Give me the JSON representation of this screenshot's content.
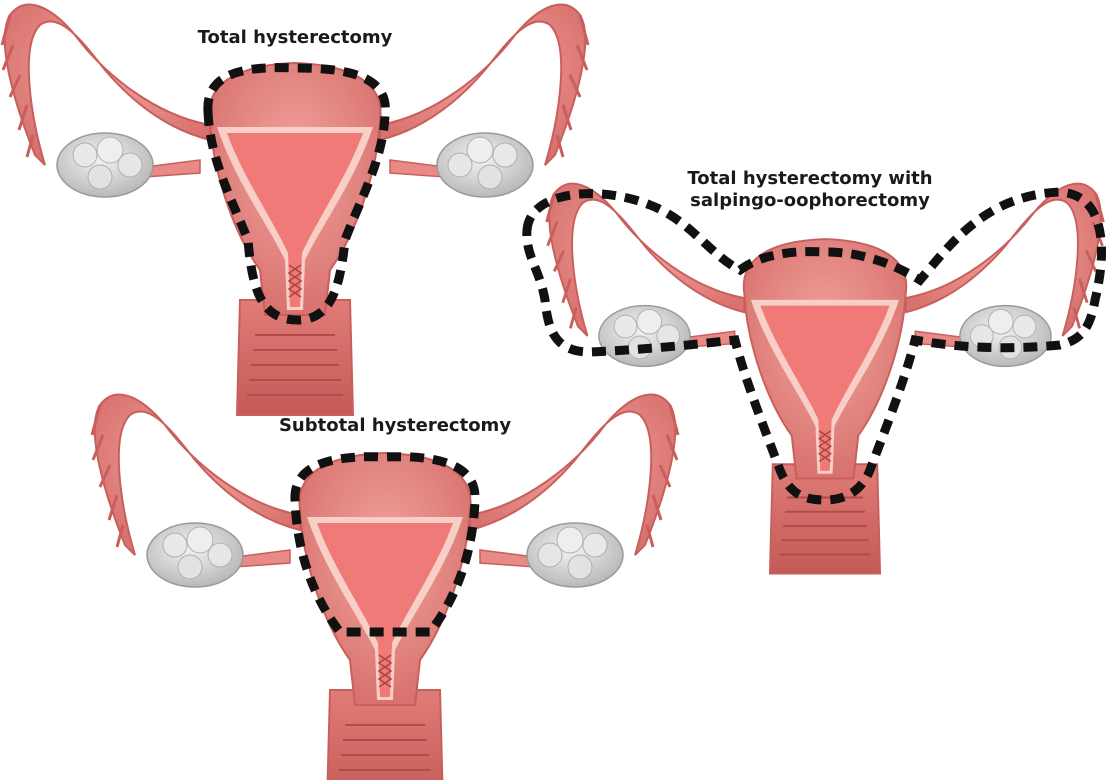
{
  "diagrams": [
    {
      "id": "total",
      "label": "Total hysterectomy"
    },
    {
      "id": "subtotal",
      "label": "Subtotal hysterectomy"
    },
    {
      "id": "salpingo",
      "label_line1": "Total hysterectomy with",
      "label_line2": "salpingo-oophorectomy"
    }
  ],
  "colors": {
    "tissue": "#e88a86",
    "tissue_dark": "#c95f5c",
    "cavity": "#f07a78",
    "lining": "#f7cfc6",
    "ovary": "#d9d9d9",
    "outline": "#111111"
  }
}
